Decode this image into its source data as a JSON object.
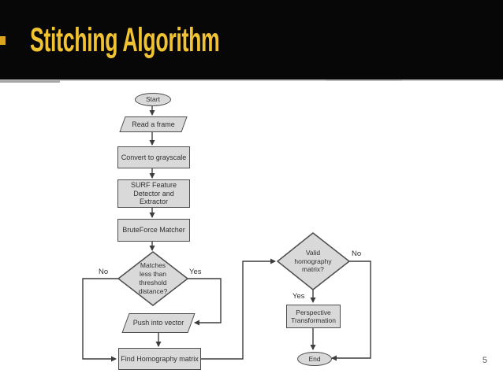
{
  "slide": {
    "title": "Stitching Algorithm",
    "page_number": "5"
  },
  "flowchart": {
    "nodes": {
      "start": {
        "label": "Start"
      },
      "read_frame": {
        "label": "Read a frame"
      },
      "grayscale": {
        "label": "Convert to grayscale"
      },
      "surf": {
        "label": "SURF Feature\nDetector and Extractor"
      },
      "matcher": {
        "label": "BruteForce Matcher"
      },
      "match_check": {
        "label": "Matches\nless than\nthreshold\ndistance?"
      },
      "push_vector": {
        "label": "Push into vector"
      },
      "find_homography": {
        "label": "Find Homography matrix"
      },
      "valid_check": {
        "label": "Valid\nhomography\nmatrix?"
      },
      "perspective": {
        "label": "Perspective\nTransformation"
      },
      "end": {
        "label": "End"
      }
    },
    "edge_labels": {
      "match_no": "No",
      "match_yes": "Yes",
      "valid_no": "No",
      "valid_yes": "Yes"
    }
  },
  "colors": {
    "header_bg": "#070707",
    "title_color": "#F1C232",
    "accent_square": "#D9A420",
    "canvas_bg": "#FFFFFF",
    "separator": "#C8C8C8",
    "separator_dark": "#A6A6A6",
    "separator_mid": "#B8B8B8",
    "shape_fill": "#D9D9D9",
    "shape_border": "#4D4D4D",
    "connector": "#3D3D3D",
    "node_text": "#303030",
    "page_number_color": "#595959"
  }
}
